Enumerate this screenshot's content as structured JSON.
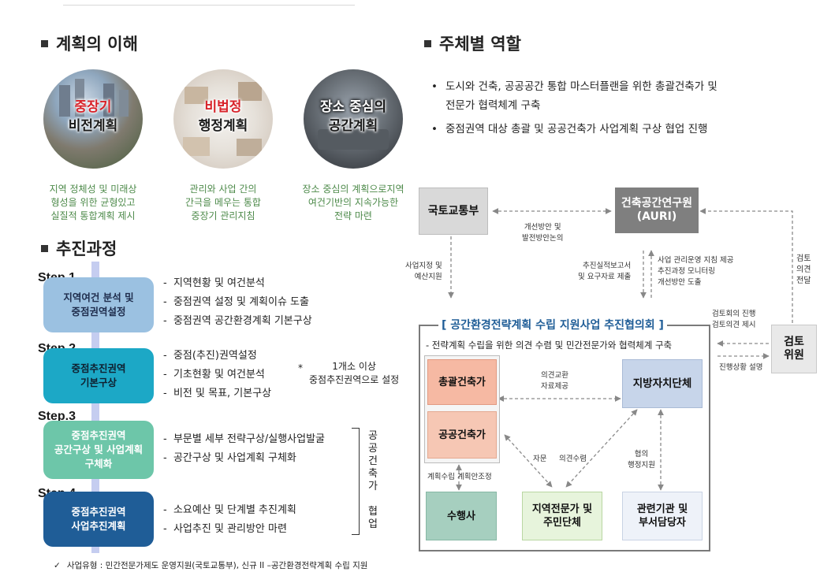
{
  "left": {
    "title": "계획의 이해",
    "circles": [
      {
        "line1": "중장기",
        "line2": "비전계획",
        "desc": [
          "지역 정체성 및 미래상",
          "형성을 위한 균형있고",
          "실질적 통합계획 제시"
        ]
      },
      {
        "line1": "비법정",
        "line2": "행정계획",
        "desc": [
          "관리와 사업 간의",
          "간극을 메우는 통합",
          "중장기 관리지침"
        ]
      },
      {
        "line1a": "장소 중심",
        "line1b": "의",
        "line2": "공간계획",
        "desc": [
          "장소 중심의 계획으로지역",
          "여건기반의 지속가능한",
          "전략 마련"
        ]
      }
    ],
    "process_title": "추진과정",
    "steps": [
      {
        "label": "Step.1",
        "box": [
          "지역여건 분석 및",
          "중점권역설정"
        ],
        "items": [
          "지역현황 및 여건분석",
          "중점권역 설정 및 계획이슈 도출",
          "중점권역 공간환경계획 기본구상"
        ]
      },
      {
        "label": "Step.2",
        "box": [
          "중점추진권역",
          "기본구상"
        ],
        "items": [
          "중점(추진)권역설정",
          "기초현황 및 여건분석",
          "비전 및 목표, 기본구상"
        ]
      },
      {
        "label": "Step.3",
        "box": [
          "중점추진권역",
          "공간구상 및 사업계획",
          "구체화"
        ],
        "items": [
          "부문별 세부 전략구상/실행사업발굴",
          "공간구상 및 사업계획 구체화"
        ]
      },
      {
        "label": "Step.4",
        "box": [
          "중점추진권역",
          "사업추진계획"
        ],
        "items": [
          "소요예산 및 단계별 추진계획",
          "사업추진 및 관리방안 마련"
        ]
      }
    ],
    "note_star": "*",
    "note_lines": [
      "1개소 이상",
      "중점추진권역으로 설정"
    ],
    "collab": [
      "공",
      "공",
      "건",
      "축",
      "가",
      " ",
      "협",
      "업"
    ],
    "footnote": "사업유형 : 민간전문가제도 운영지원(국토교통부), 신규 II –공간환경전략계획 수립 지원"
  },
  "right": {
    "title": "주체별 역할",
    "bullets": [
      [
        "도시와 건축, 공공공간 통합 마스터플랜을 위한 총괄건축가 및",
        "전문가 협력체계 구축"
      ],
      [
        "중점권역 대상 총괄 및 공공건축가 사업계획 구상 협업 진행"
      ]
    ],
    "nodes": {
      "molit": "국토교통부",
      "auri": [
        "건축공간연구원",
        "(AURI)"
      ],
      "review": [
        "검토",
        "위원"
      ],
      "council_title": "[ 공간환경전략계획 수립 지원사업 추진협의회 ]",
      "council_sub": "- 전략계획 수립을 위한 의견 수렴 및 민간전문가와 협력체계 구축",
      "chief": "총괄건축가",
      "public": "공공건축가",
      "local": "지방자치단체",
      "contractor": "수행사",
      "experts": [
        "지역전문가 및",
        "주민단체"
      ],
      "agencies": [
        "관련기관 및",
        "부서담당자"
      ]
    },
    "labels": {
      "improve": [
        "개선방안 및",
        "발전방안논의"
      ],
      "designate": [
        "사업지정 및",
        "예산지원"
      ],
      "report": [
        "추진실적보고서",
        "및 요구자료 제출"
      ],
      "manage": [
        "사업 관리운영 지침 제공",
        "추진과정 모니터링",
        "개선방안 도출"
      ],
      "review_opinion": [
        "검토",
        "의견",
        "전달"
      ],
      "review_meeting": [
        "검토회의 진행",
        "검토의견 제시"
      ],
      "progress": "진행상황 설명",
      "exchange": [
        "의견교환",
        "자료제공"
      ],
      "plan_adjust": "계획수립 계획안조정",
      "advice": "자문",
      "opinion": "의견수렴",
      "consult": [
        "협의",
        "행정지원"
      ]
    }
  }
}
